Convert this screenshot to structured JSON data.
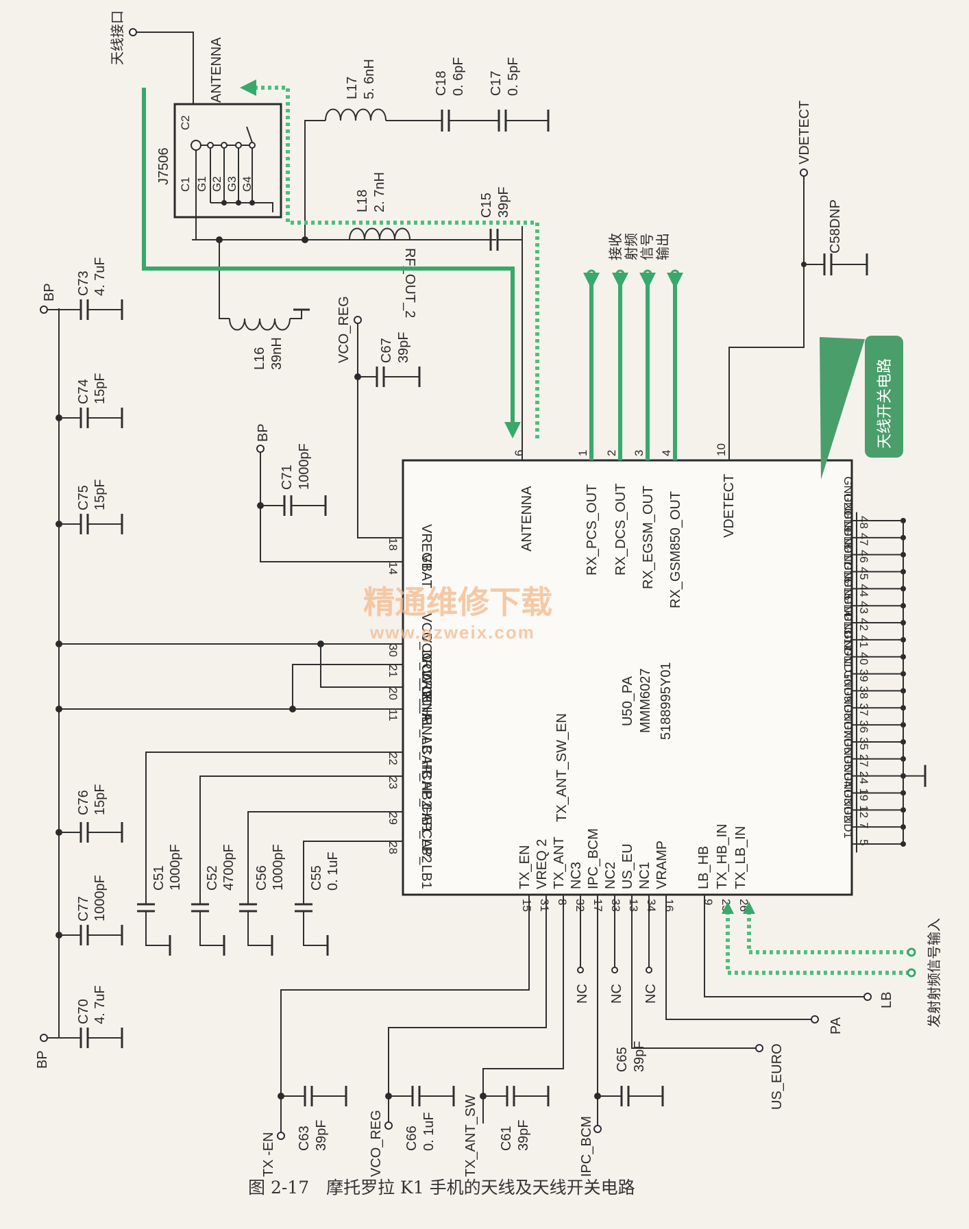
{
  "figure": {
    "caption": "图 2-17　摩托罗拉 K1 手机的天线及天线开关电路",
    "watermark_title": "精通维修下载",
    "watermark_url": "www.gzweix.com",
    "callout": "天线开关电路"
  },
  "antenna": {
    "port_label": "天线接口",
    "net": "ANTENNA",
    "connector_ref": "J7506",
    "connector_pins": [
      "C1",
      "C2",
      "G1",
      "G2",
      "G3",
      "G4"
    ]
  },
  "ic": {
    "ref": "U50_PA",
    "part": "MMM6027",
    "code": "5188995Y01",
    "pins": {
      "antenna": {
        "num": "6",
        "name": "ANTENNA"
      },
      "rx_pcs": {
        "num": "1",
        "name": "RX_PCS_OUT"
      },
      "rx_dcs": {
        "num": "2",
        "name": "RX_DCS_OUT"
      },
      "rx_egsm": {
        "num": "3",
        "name": "RX_EGSM_OUT"
      },
      "rx_gsm850": {
        "num": "4",
        "name": "RX_GSM850_OUT"
      },
      "vdetect": {
        "num": "10",
        "name": "VDETECT"
      },
      "vreg1": {
        "num": "18",
        "name": "VREG1"
      },
      "vbat": {
        "num": "14",
        "name": "VBAT"
      },
      "vcc_drv_lb": {
        "num": "30",
        "name": "VCC_DRV_LB"
      },
      "vcc_drv_hb": {
        "num": "21",
        "name": "VCC_DRV_HB"
      },
      "vcc_final_lb": {
        "num": "20",
        "name": "VCC_FINAL_LB"
      },
      "vcc_final_hb": {
        "num": "11",
        "name": "VCC_FINAL_HB"
      },
      "cap_hb2": {
        "num": "22",
        "name": "CAP_HB2"
      },
      "cap_hb1": {
        "num": "23",
        "name": "CAP_HB1"
      },
      "cap_lb2": {
        "num": "29",
        "name": "CAP_LB2"
      },
      "cap_lb1": {
        "num": "28",
        "name": "CAP_LB1"
      },
      "tx_ant_sw_en": {
        "name": "TX_ANT_SW_EN"
      },
      "tx_en": {
        "num": "15",
        "name": "TX_EN"
      },
      "vreq2": {
        "num": "31",
        "name": "VREQ 2"
      },
      "tx_ant": {
        "num": "8",
        "name": "TX_ANT"
      },
      "nc3": {
        "num": "32",
        "name": "NC3"
      },
      "ipc_bcm": {
        "num": "17",
        "name": "IPC_BCM"
      },
      "nc2": {
        "num": "33",
        "name": "NC2"
      },
      "us_eu": {
        "num": "13",
        "name": "US_EU"
      },
      "nc1": {
        "num": "34",
        "name": "NC1"
      },
      "vramp": {
        "num": "16",
        "name": "VRAMP"
      },
      "lb_hb": {
        "num": "9",
        "name": "LB_HB"
      },
      "tx_hb_in": {
        "num": "25",
        "name": "TX_HB_IN"
      },
      "tx_lb_in": {
        "num": "26",
        "name": "TX_LB_IN"
      }
    },
    "gnd_pins": [
      {
        "num": "48",
        "name": "GND20"
      },
      {
        "num": "47",
        "name": "GND19"
      },
      {
        "num": "46",
        "name": "GND18"
      },
      {
        "num": "45",
        "name": "GND17"
      },
      {
        "num": "44",
        "name": "GND16"
      },
      {
        "num": "43",
        "name": "GND15"
      },
      {
        "num": "42",
        "name": "GND14"
      },
      {
        "num": "41",
        "name": "GND13"
      },
      {
        "num": "40",
        "name": "GND12"
      },
      {
        "num": "39",
        "name": "GND11"
      },
      {
        "num": "38",
        "name": "GND10"
      },
      {
        "num": "37",
        "name": "GND9"
      },
      {
        "num": "36",
        "name": "GND8"
      },
      {
        "num": "35",
        "name": "GND7"
      },
      {
        "num": "27",
        "name": "GND6"
      },
      {
        "num": "24",
        "name": "GND5"
      },
      {
        "num": "19",
        "name": "GND4"
      },
      {
        "num": "12",
        "name": "GND3"
      },
      {
        "num": "7",
        "name": "GND2"
      },
      {
        "num": "5",
        "name": "GND1"
      }
    ]
  },
  "components": {
    "L17": {
      "ref": "L17",
      "value": "5. 6nH"
    },
    "C18": {
      "ref": "C18",
      "value": "0. 6pF"
    },
    "C17": {
      "ref": "C17",
      "value": "0. 5pF"
    },
    "L18": {
      "ref": "L18",
      "value": "2. 7nH"
    },
    "C15": {
      "ref": "C15",
      "value": "39pF"
    },
    "rf_out": "RF_OUT_2",
    "L16": {
      "ref": "L16",
      "value": "39nH"
    },
    "C73": {
      "ref": "C73",
      "value": "4. 7uF"
    },
    "C74": {
      "ref": "C74",
      "value": "15pF"
    },
    "C75": {
      "ref": "C75",
      "value": "15pF"
    },
    "C76": {
      "ref": "C76",
      "value": "15pF"
    },
    "C77": {
      "ref": "C77",
      "value": "1000pF"
    },
    "C70": {
      "ref": "C70",
      "value": "4. 7uF"
    },
    "C67": {
      "ref": "C67",
      "value": "39pF"
    },
    "C71": {
      "ref": "C71",
      "value": "1000pF"
    },
    "C51": {
      "ref": "C51",
      "value": "1000pF"
    },
    "C52": {
      "ref": "C52",
      "value": "4700pF"
    },
    "C56": {
      "ref": "C56",
      "value": "1000pF"
    },
    "C55": {
      "ref": "C55",
      "value": "0. 1uF"
    },
    "C58": {
      "ref": "C58DNP"
    },
    "C63": {
      "ref": "C63",
      "value": "39pF"
    },
    "C66": {
      "ref": "C66",
      "value": "0. 1uF"
    },
    "C61": {
      "ref": "C61",
      "value": "39pF"
    },
    "C65": {
      "ref": "C65",
      "value": "39pF"
    }
  },
  "nets": {
    "bp": "BP",
    "vco_reg": "VCO_REG",
    "vdetect": "VDETECT",
    "tx_en": "TX -EN",
    "tx_ant_sw": "TX_ANT_SW",
    "ipc_bcm": "IPC_BCM",
    "us_euro": "US_EURO",
    "pa": "PA",
    "lb": "LB",
    "nc": "NC"
  },
  "annotations": {
    "rx_out": [
      "接收",
      "射频",
      "信号",
      "输出"
    ],
    "tx_in": "发射射频信号输入"
  },
  "colors": {
    "signal": "#38a86b",
    "callout_bg": "#4a9e6a",
    "watermark": "#f4b98c",
    "wire": "#2f2f2f"
  }
}
